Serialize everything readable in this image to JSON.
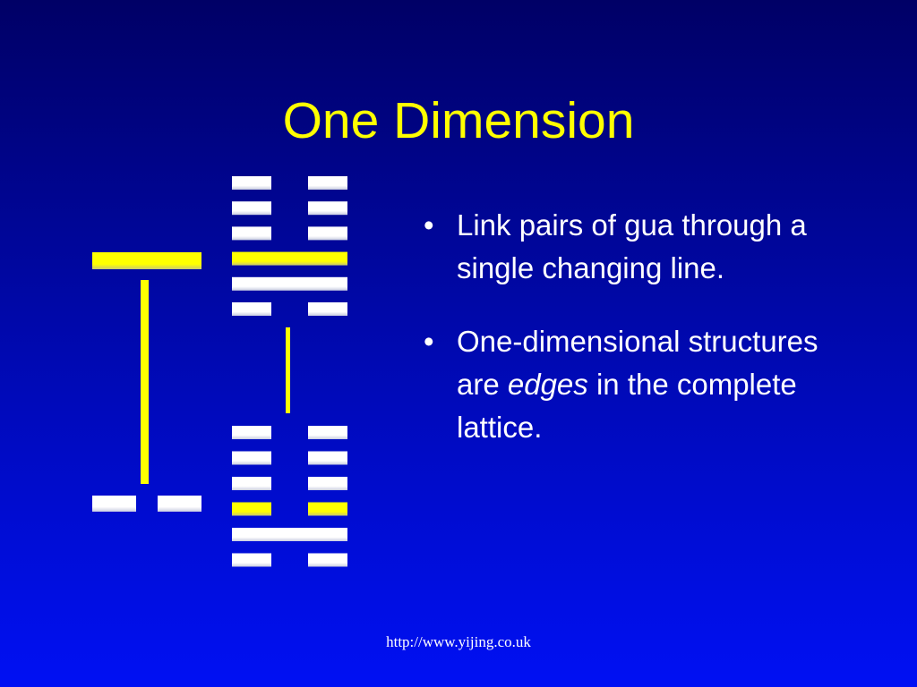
{
  "slide": {
    "title": "One Dimension",
    "bullets": [
      {
        "segments": [
          {
            "text": "Link pairs of gua through a single changing line.",
            "italic": false
          }
        ]
      },
      {
        "segments": [
          {
            "text": "One-dimensional structures are ",
            "italic": false
          },
          {
            "text": "edges",
            "italic": true
          },
          {
            "text": " in the complete lattice.",
            "italic": false
          }
        ]
      }
    ],
    "bullet_char": "•",
    "footer": "http://www.yijing.co.uk"
  },
  "figure": {
    "colors": {
      "line": "#ffffff",
      "changing": "#ffff00",
      "link": "#ffff00",
      "shadow": "#9aa0c8"
    },
    "left_pair": {
      "top_gua": [
        "solid"
      ],
      "bottom_gua": [
        "broken"
      ],
      "changing_line": 1
    },
    "right_pair": {
      "top_hexagram": [
        "broken",
        "broken",
        "broken",
        "solid",
        "solid",
        "broken"
      ],
      "bottom_hexagram": [
        "broken",
        "broken",
        "broken",
        "broken",
        "solid",
        "broken"
      ],
      "changing_line": 4
    }
  }
}
